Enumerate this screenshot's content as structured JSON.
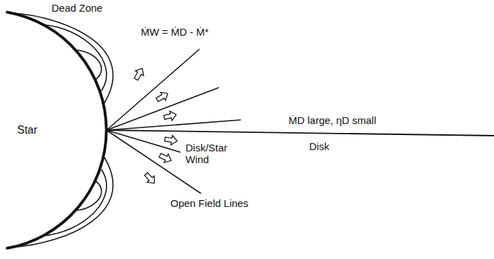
{
  "diagram": {
    "nodes": [
      {
        "text": [
          "Star"
        ]
      }
    ],
    "labels": [
      "Dead Zone",
      "ṀW = ṀD - Ṁ*",
      "ṀD large, ηD small",
      "Disk",
      "Disk/Star Wind",
      "Open Field Lines"
    ]
  }
}
